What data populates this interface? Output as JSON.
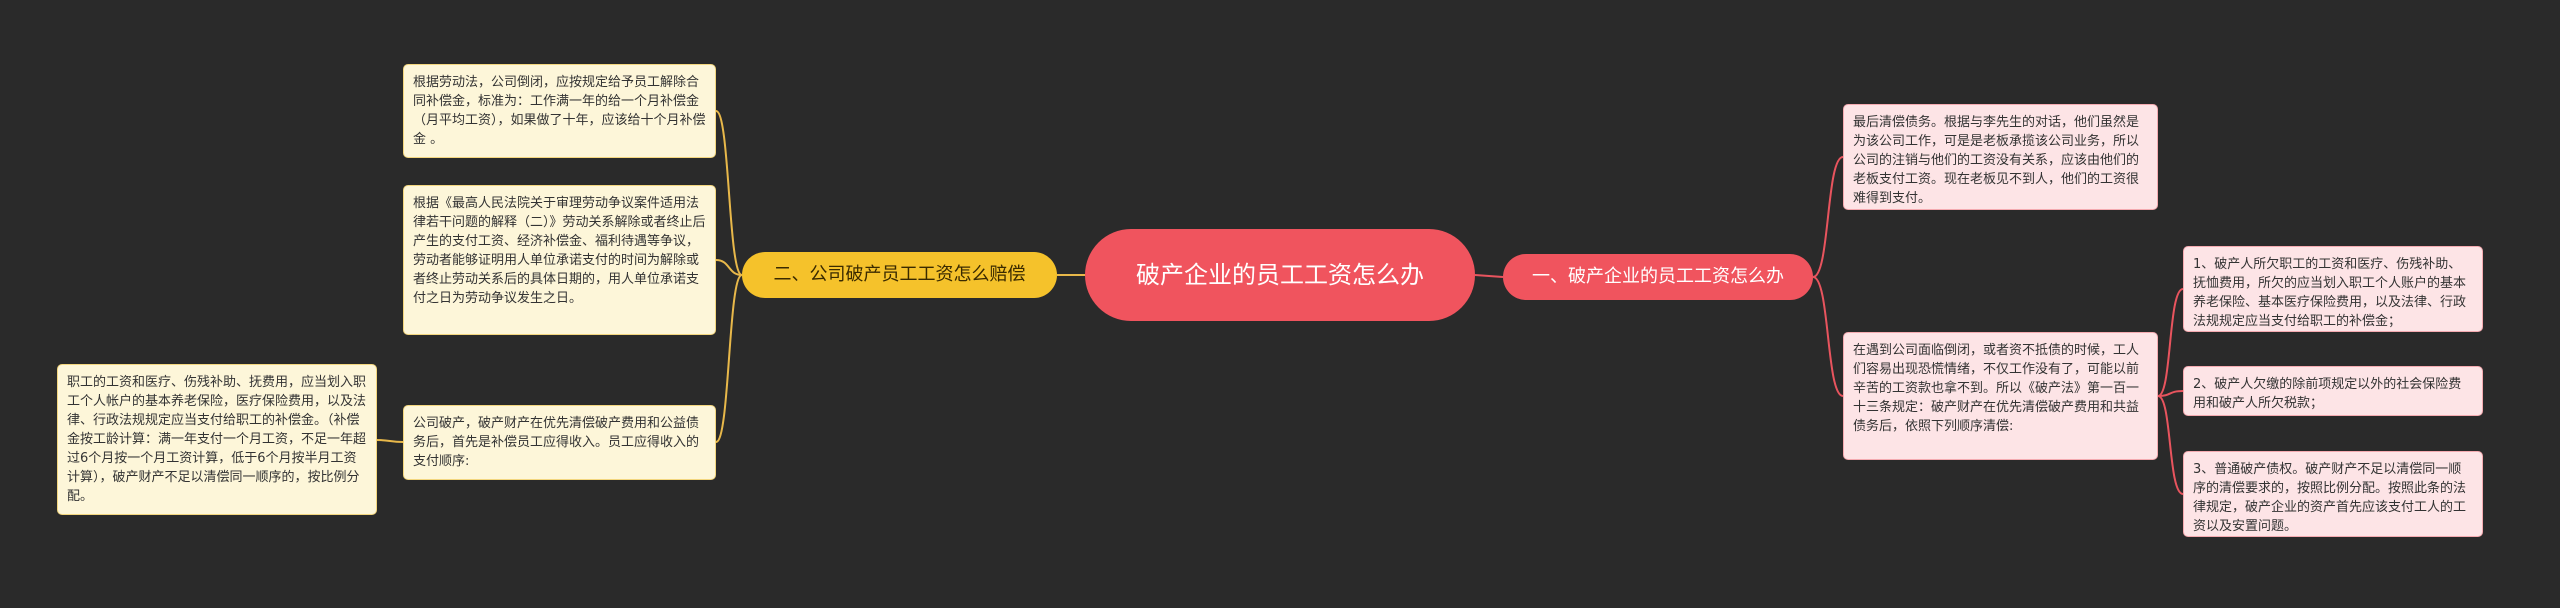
{
  "root": {
    "title": "破产企业的员工工资怎么办"
  },
  "left_branch": {
    "label": "二、公司破产员工工资怎么赔偿",
    "children": [
      {
        "text": "根据劳动法，公司倒闭，应按规定给予员工解除合同补偿金，标准为：工作满一年的给一个月补偿金（月平均工资），如果做了十年，应该给十个月补偿金 。"
      },
      {
        "text": "根据《最高人民法院关于审理劳动争议案件适用法律若干问题的解释（二）》劳动关系解除或者终止后产生的支付工资、经济补偿金、福利待遇等争议，劳动者能够证明用人单位承诺支付的时间为解除或者终止劳动关系后的具体日期的，用人单位承诺支付之日为劳动争议发生之日。"
      },
      {
        "text": "公司破产，破产财产在优先清偿破产费用和公益债务后，首先是补偿员工应得收入。员工应得收入的支付顺序:",
        "children": [
          {
            "text": "职工的工资和医疗、伤残补助、抚费用，应当划入职工个人帐户的基本养老保险，医疗保险费用，以及法律、行政法规规定应当支付给职工的补偿金。（补偿金按工龄计算：满一年支付一个月工资，不足一年超过6个月按一个月工资计算，低于6个月按半月工资计算），破产财产不足以清偿同一顺序的，按比例分配。"
          }
        ]
      }
    ]
  },
  "right_branch": {
    "label": "一、破产企业的员工工资怎么办",
    "children": [
      {
        "text": "最后清偿债务。根据与李先生的对话，他们虽然是为该公司工作，可是是老板承揽该公司业务，所以公司的注销与他们的工资没有关系，应该由他们的老板支付工资。现在老板见不到人，他们的工资很难得到支付。"
      },
      {
        "text": "在遇到公司面临倒闭，或者资不抵债的时候，工人们容易出现恐慌情绪，不仅工作没有了，可能以前辛苦的工资款也拿不到。所以《破产法》第一百一十三条规定：破产财产在优先清偿破产费用和共益债务后，依照下列顺序清偿:",
        "children": [
          {
            "text": "1、破产人所欠职工的工资和医疗、伤残补助、抚恤费用，所欠的应当划入职工个人账户的基本养老保险、基本医疗保险费用，以及法律、行政法规规定应当支付给职工的补偿金；"
          },
          {
            "text": "2、破产人欠缴的除前项规定以外的社会保险费用和破产人所欠税款；"
          },
          {
            "text": "3、普通破产债权。破产财产不足以清偿同一顺序的清偿要求的，按照比例分配。按照此条的法律规定，破产企业的资产首先应该支付工人的工资以及安置问题。"
          }
        ]
      }
    ]
  },
  "colors": {
    "background": "#2a2a2a",
    "root": "#f0545e",
    "left_branch": "#f5c22b",
    "right_branch": "#f0545e",
    "left_line": "#e8b84a",
    "right_line": "#e8545e"
  }
}
